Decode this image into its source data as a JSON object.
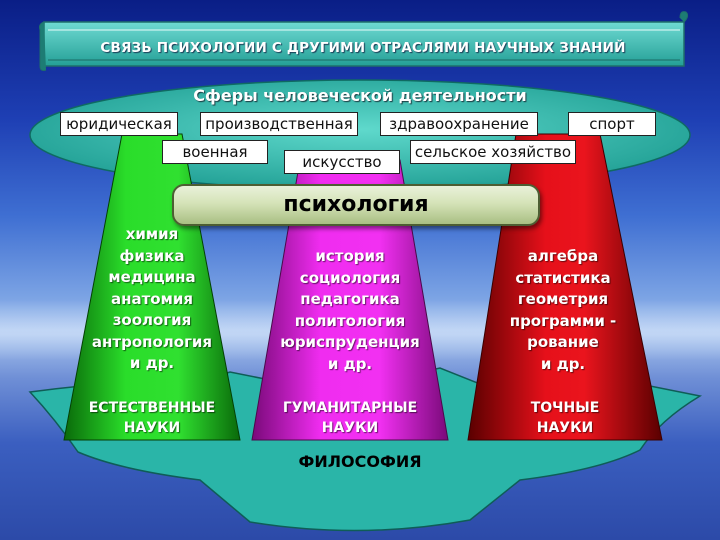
{
  "title": "СВЯЗЬ ПСИХОЛОГИИ С ДРУГИМИ ОТРАСЛЯМИ НАУЧНЫХ ЗНАНИЙ",
  "spheres": {
    "title": "Сферы человеческой деятельности",
    "items": [
      "юридическая",
      "производственная",
      "здравоохранение",
      "спорт",
      "военная",
      "искусство",
      "сельское хозяйство"
    ]
  },
  "center": "психология",
  "columns": [
    {
      "color": "#22cc22",
      "list": [
        "химия",
        "физика",
        "медицина",
        "анатомия",
        "зоология",
        "антропология",
        "и др."
      ],
      "science": [
        "ЕСТЕСТВЕННЫЕ",
        "НАУКИ"
      ]
    },
    {
      "color": "#e020e0",
      "list": [
        "история",
        "социология",
        "педагогика",
        "политология",
        "юриспруденция",
        "и др."
      ],
      "science": [
        "ГУМАНИТАРНЫЕ",
        "НАУКИ"
      ]
    },
    {
      "color": "#e0101a",
      "list": [
        "алгебра",
        "статистика",
        "геометрия",
        "программи -",
        "рование",
        "и др."
      ],
      "science": [
        "ТОЧНЫЕ",
        "НАУКИ"
      ]
    }
  ],
  "base": "ФИЛОСОФИЯ",
  "colors": {
    "sphere": "#36c0b4",
    "scroll": "#4ac8bf",
    "base": "#2ab5a8",
    "center": "#d5e3b8"
  }
}
